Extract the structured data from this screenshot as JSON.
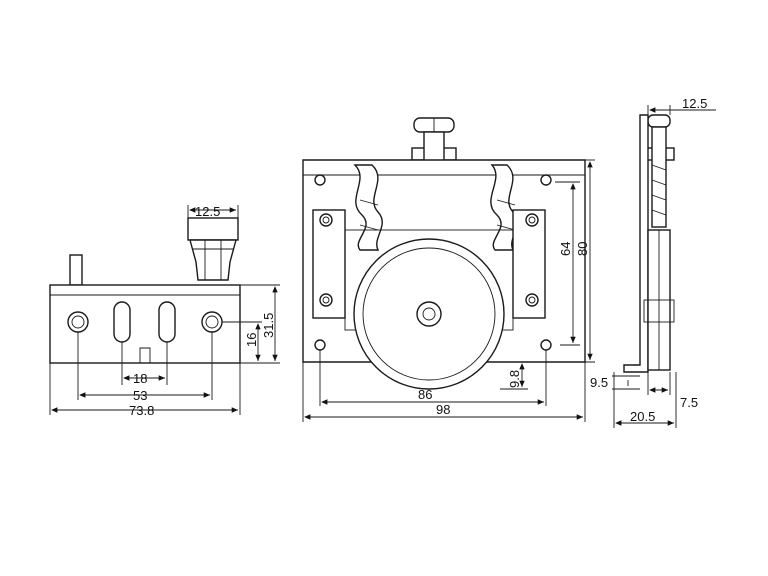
{
  "views": {
    "left": {
      "top_width": "12.5",
      "height": "31.5",
      "hole_height": "16",
      "slot_spacing": "18",
      "hole_spacing": "53",
      "overall_width": "73.8"
    },
    "front": {
      "inner_height": "64",
      "overall_height": "80",
      "wheel_offset": "9.8",
      "hole_span": "86",
      "overall_width": "98"
    },
    "side": {
      "top_width": "12.5",
      "base_height": "9.5",
      "wheel_thickness": "7.5",
      "depth": "20.5"
    }
  }
}
